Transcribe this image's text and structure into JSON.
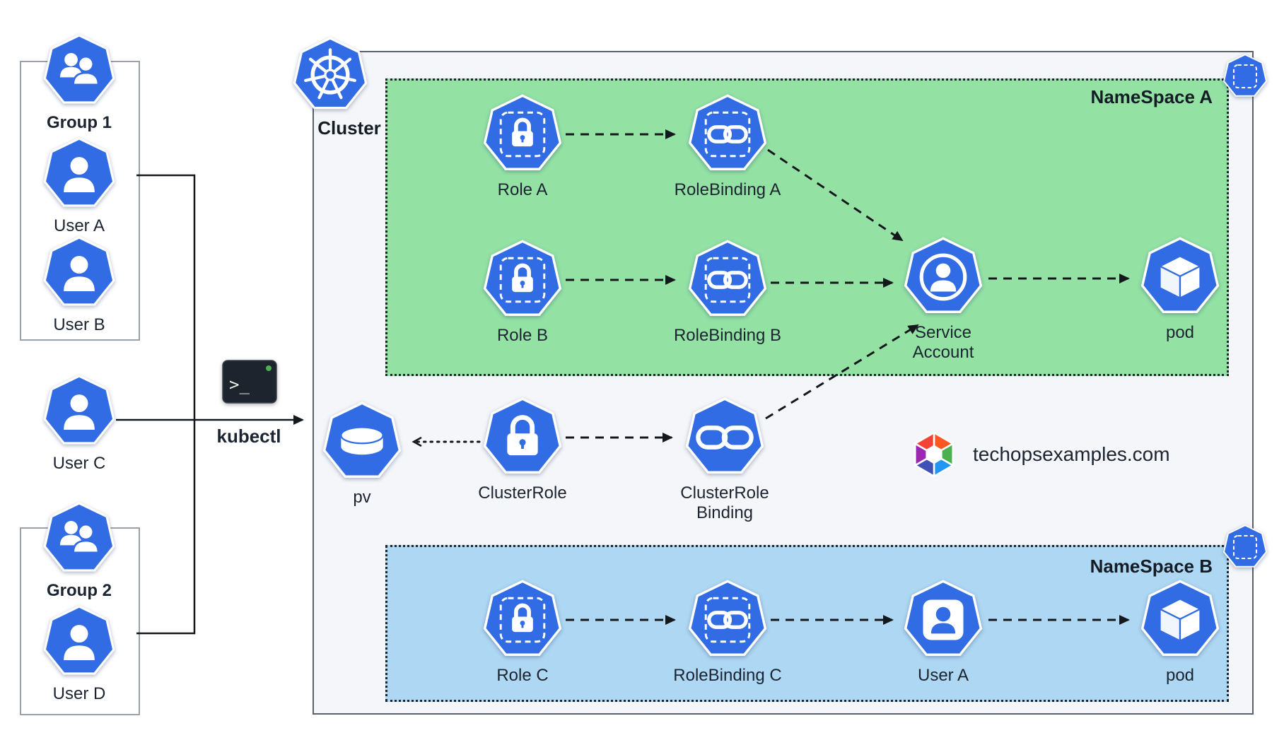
{
  "left": {
    "group1": {
      "label": "Group 1",
      "icon": "group-users-icon"
    },
    "user_a": {
      "label": "User A",
      "icon": "user-icon"
    },
    "user_b": {
      "label": "User B",
      "icon": "user-icon"
    },
    "user_c": {
      "label": "User C",
      "icon": "user-icon"
    },
    "group2": {
      "label": "Group 2",
      "icon": "group-users-icon"
    },
    "user_d": {
      "label": "User D",
      "icon": "user-icon"
    },
    "kubectl": {
      "label": "kubectl",
      "icon": "terminal-icon",
      "prompt": ">_"
    }
  },
  "cluster": {
    "label": "Cluster",
    "logo_icon": "kubernetes-helm-icon",
    "namespace_a": {
      "label": "NameSpace A",
      "corner_icon": "namespace-icon",
      "role_a": {
        "label": "Role A",
        "icon": "role-lock-icon"
      },
      "rolebinding_a": {
        "label": "RoleBinding A",
        "icon": "rolebinding-link-icon"
      },
      "role_b": {
        "label": "Role B",
        "icon": "role-lock-icon"
      },
      "rolebinding_b": {
        "label": "RoleBinding B",
        "icon": "rolebinding-link-icon"
      },
      "service_account": {
        "label": "Service Account",
        "icon": "service-account-icon"
      },
      "pod": {
        "label": "pod",
        "icon": "pod-cube-icon"
      }
    },
    "scope": {
      "pv": {
        "label": "pv",
        "icon": "persistent-volume-icon"
      },
      "clusterrole": {
        "label": "ClusterRole",
        "icon": "clusterrole-lock-icon"
      },
      "clusterrolebinding": {
        "label": "ClusterRole Binding",
        "icon": "clusterrolebinding-link-icon"
      }
    },
    "namespace_b": {
      "label": "NameSpace B",
      "corner_icon": "namespace-icon",
      "role_c": {
        "label": "Role C",
        "icon": "role-lock-icon"
      },
      "rolebinding_c": {
        "label": "RoleBinding C",
        "icon": "rolebinding-link-icon"
      },
      "user_a": {
        "label": "User A",
        "icon": "user-box-icon"
      },
      "pod": {
        "label": "pod",
        "icon": "pod-cube-icon"
      }
    }
  },
  "branding": {
    "text": "techopsexamples.com",
    "icon": "hex-cube-logo-icon"
  },
  "colors": {
    "k8s_blue": "#326CE5",
    "namespace_a_bg": "#93E2A4",
    "namespace_b_bg": "#AED7F3",
    "cluster_bg": "#F4F6F9",
    "arrow": "#14181D"
  }
}
